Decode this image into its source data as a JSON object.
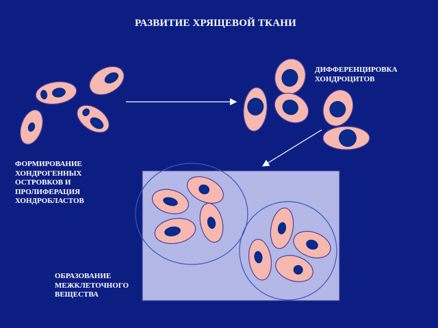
{
  "title": "РАЗВИТИЕ ХРЯЩЕВОЙ ТКАНИ",
  "labels": {
    "formation": [
      "ФОРМИРОВАНИЕ",
      "ХОНДРОГЕННЫХ",
      "ОСТРОВКОВ И",
      "ПРОЛИФЕРАЦИЯ",
      "ХОНДРОБЛАСТОВ"
    ],
    "differentiation": [
      "ДИФФЕРЕНЦИРОВКА",
      "ХОНДРОЦИТОВ"
    ],
    "matrix": [
      "ОБРАЗОВАНИЕ",
      "МЕЖКЛЕТОЧНОГО",
      "ВЕЩЕСТВА"
    ]
  },
  "colors": {
    "background": "#0d1e82",
    "cell_body": "#f7b8b0",
    "nucleus": "#0a2a8c",
    "matrix_fill": "#b3b8e6",
    "outline": "#4a3fa0"
  }
}
